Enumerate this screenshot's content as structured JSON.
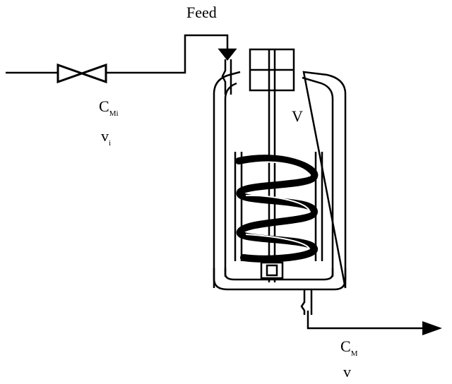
{
  "labels": {
    "feed": "Feed",
    "volume": "V",
    "inlet_conc_main": "C",
    "inlet_conc_sub": "Mi",
    "inlet_flow_main": "v",
    "inlet_flow_sub": "i",
    "outlet_conc_main": "C",
    "outlet_conc_sub": "M",
    "outlet_flow": "v"
  },
  "colors": {
    "line": "#000000",
    "background": "#ffffff"
  }
}
